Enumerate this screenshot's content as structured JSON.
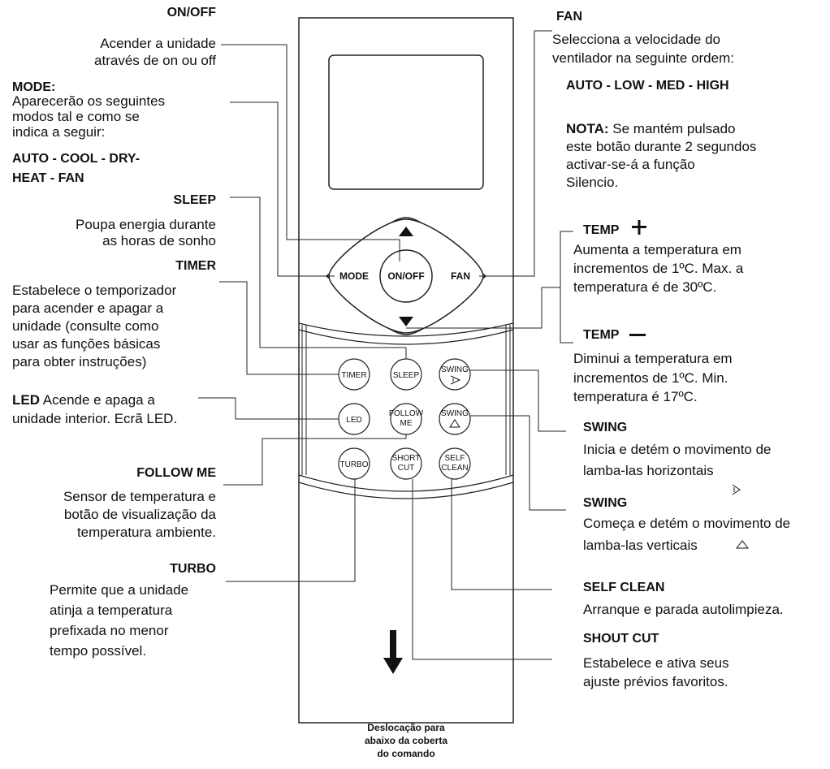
{
  "remote": {
    "buttons": {
      "mode": "MODE",
      "onoff": "ON/OFF",
      "fan": "FAN",
      "timer": "TIMER",
      "sleep": "SLEEP",
      "swing_h": "SWING",
      "led": "LED",
      "follow1": "FOLLOW",
      "follow2": "ME",
      "swing_v": "SWING",
      "turbo": "TURBO",
      "short1": "SHORT",
      "short2": "CUT",
      "self1": "SELF",
      "self2": "CLEAN"
    },
    "cover_caption": [
      "Deslocação para",
      "abaixo da coberta",
      "do comando"
    ]
  },
  "left": {
    "onoff": {
      "title": "ON/OFF",
      "lines": [
        "Acender a unidade",
        "através de on  ou off"
      ]
    },
    "mode": {
      "title": "MODE:",
      "lines": [
        "Aparecerão os seguintes",
        "modos tal e como se",
        "indica a seguir:"
      ],
      "modes": [
        "AUTO - COOL - DRY-",
        "HEAT - FAN"
      ]
    },
    "sleep": {
      "title": "SLEEP",
      "lines": [
        "Poupa energia durante",
        "as horas de sonho"
      ]
    },
    "timer": {
      "title": "TIMER",
      "lines": [
        "Estabelece o temporizador",
        "para acender e apagar a",
        "unidade (consulte como",
        "usar as funções básicas",
        "para obter instruções)"
      ]
    },
    "led": {
      "title": "LED",
      "line1_rest": " Acende e apaga a",
      "line2": "unidade interior. Ecrã LED."
    },
    "follow": {
      "title": "FOLLOW ME",
      "lines": [
        "Sensor de temperatura e",
        "botão de visualização da",
        "temperatura ambiente."
      ]
    },
    "turbo": {
      "title": "TURBO",
      "lines": [
        "Permite que a unidade",
        "atinja a temperatura",
        "prefixada no menor",
        "tempo possível."
      ]
    }
  },
  "right": {
    "fan": {
      "title": "FAN",
      "lines": [
        "Selecciona a velocidade do",
        "ventilador na seguinte ordem:"
      ],
      "speeds": "AUTO - LOW - MED - HIGH"
    },
    "note": {
      "label": "NOTA:",
      "first_rest": " Se mantém pulsado",
      "lines": [
        "este botão durante 2 segundos",
        "activar-se-á a função",
        "Silencio."
      ]
    },
    "temp_up": {
      "title": "TEMP",
      "lines": [
        "Aumenta a temperatura em",
        "incrementos de 1ºC. Max. a",
        "temperatura é de 30ºC."
      ]
    },
    "temp_down": {
      "title": "TEMP",
      "lines": [
        "Diminui a temperatura em",
        "incrementos de 1ºC. Min.",
        "temperatura é 17ºC."
      ]
    },
    "swing_h": {
      "title": "SWING",
      "lines": [
        "Inicia e detém o movimento de",
        "lamba-las horizontais"
      ]
    },
    "swing_v": {
      "title": "SWING",
      "lines": [
        "Começa e detém o movimento de",
        "lamba-las verticais"
      ]
    },
    "self_clean": {
      "title": "SELF CLEAN",
      "lines": [
        "Arranque e parada autolimpieza."
      ]
    },
    "shout_cut": {
      "title": "SHOUT CUT",
      "lines": [
        "Estabelece e ativa seus",
        "ajuste prévios favoritos."
      ]
    }
  }
}
